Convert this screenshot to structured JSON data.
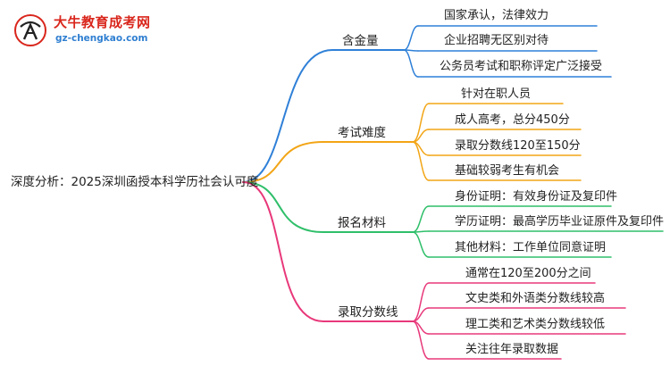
{
  "logo": {
    "title": "大牛教育成考网",
    "url": "gz-chengkao.com"
  },
  "root": "深度分析：2025深圳函授本科学历社会认可度",
  "branches": [
    {
      "label": "含金量",
      "color": "#2f80d8",
      "leaves": [
        "国家承认，法律效力",
        "企业招聘无区别对待",
        "公务员考试和职称评定广泛接受"
      ]
    },
    {
      "label": "考试难度",
      "color": "#f2a516",
      "leaves": [
        "针对在职人员",
        "成人高考，总分450分",
        "录取分数线120至150分",
        "基础较弱考生有机会"
      ]
    },
    {
      "label": "报名材料",
      "color": "#2fbf6a",
      "leaves": [
        "身份证明：有效身份证及复印件",
        "学历证明：最高学历毕业证原件及复印件",
        "其他材料：工作单位同意证明"
      ]
    },
    {
      "label": "录取分数线",
      "color": "#e8387a",
      "leaves": [
        "通常在120至200分之间",
        "文史类和外语类分数线较高",
        "理工类和艺术类分数线较低",
        "关注往年录取数据"
      ]
    }
  ]
}
